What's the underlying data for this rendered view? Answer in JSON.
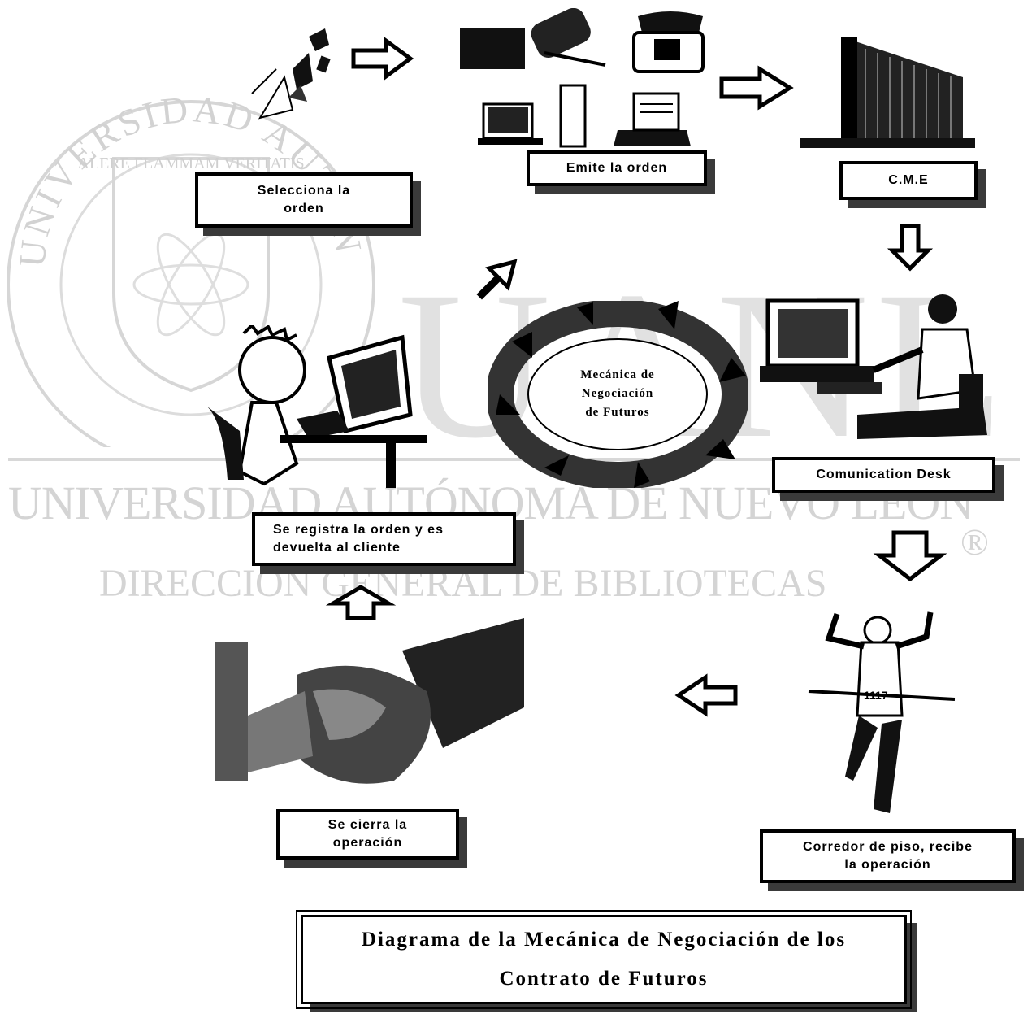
{
  "watermark": {
    "line1": "UNIVERSIDAD AUTÓNOMA DE NUEVO LEÓN",
    "line2": "DIRECCIÓN GENERAL DE BIBLIOTECAS",
    "letters": "UANL",
    "registered": "®",
    "seal_text": "UNIVERSIDAD AUTONOMA DE NUEVO LEON",
    "motto": "ALERE FLAMMAM VERITATIS"
  },
  "steps": {
    "selecciona": "Selecciona  la\norden",
    "emite": "Emite la orden",
    "cme": "C.M.E",
    "desk": "Comunication Desk",
    "corredor": "Corredor de piso, recibe\nla operación",
    "cierra": "Se cierra la\noperación",
    "registra": "Se registra la orden y es\ndevuelta al cliente"
  },
  "cycle": {
    "center": "Mecánica de\nNegociación\nde Futuros"
  },
  "caption": {
    "line1": "Diagrama de la Mecánica de Negociación de los",
    "line2": "Contrato de Futuros"
  }
}
